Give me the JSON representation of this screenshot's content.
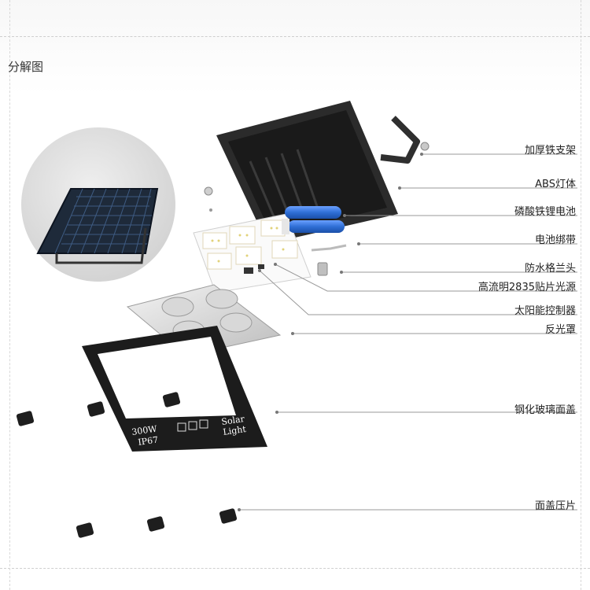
{
  "title": "分解图",
  "brand": {
    "power": "300W",
    "rating": "IP67",
    "name_line1": "Solar",
    "name_line2": "Light"
  },
  "labels": [
    {
      "id": "bracket",
      "text": "加厚铁支架"
    },
    {
      "id": "abs-body",
      "text": "ABS灯体"
    },
    {
      "id": "battery",
      "text": "磷酸铁锂电池"
    },
    {
      "id": "battery-strap",
      "text": "电池绑带"
    },
    {
      "id": "waterproof-connector",
      "text": "防水格兰头"
    },
    {
      "id": "smd-led",
      "text": "高流明2835贴片光源"
    },
    {
      "id": "solar-controller",
      "text": "太阳能控制器"
    },
    {
      "id": "reflector",
      "text": "反光罩"
    },
    {
      "id": "tempered-glass",
      "text": "钢化玻璃面盖"
    },
    {
      "id": "cover-clip",
      "text": "面盖压片"
    }
  ],
  "colors": {
    "guide": "#cfcfcf",
    "leader": "#9a9a9a",
    "housing": "#2b2b2b",
    "battery": "#2f6fd6",
    "panel": "#1e2a3a"
  }
}
